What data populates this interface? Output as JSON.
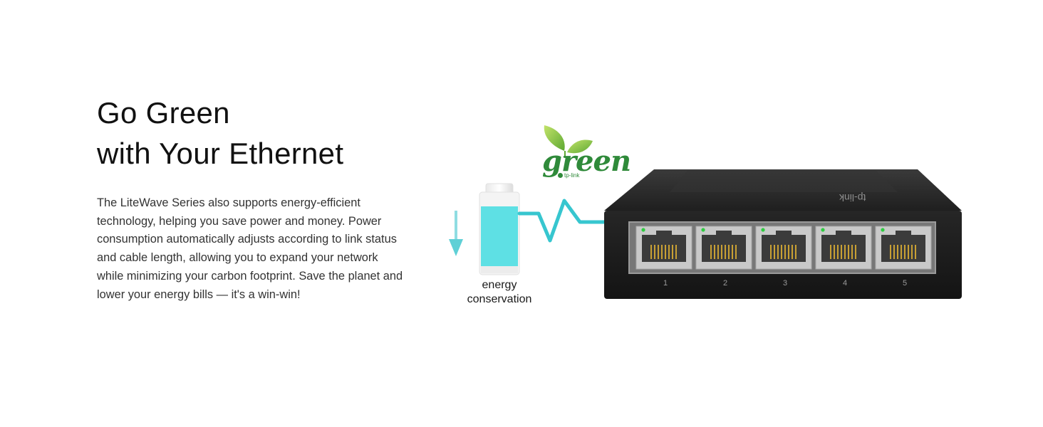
{
  "headline": {
    "line1": "Go Green",
    "line2": "with Your Ethernet"
  },
  "body": "The LiteWave Series also supports energy-efficient technology, helping you save power and money. Power consumption automatically adjusts according to link status and cable length, allowing you to expand your network while minimizing your carbon footprint. Save the planet and lower your energy bills — it's a win-win!",
  "energy_label": {
    "line1": "energy",
    "line2": "conservation"
  },
  "green_logo": {
    "word": "green",
    "brand": "tp-link"
  },
  "device": {
    "brand": "tp-link",
    "ports": [
      "1",
      "2",
      "3",
      "4",
      "5"
    ]
  },
  "colors": {
    "accent_teal": "#37c6cf",
    "battery_fill": "#5ee0e4",
    "logo_green": "#2f8a3a",
    "leaf_green": "#8cc63f",
    "device_body": "#2b2b2b",
    "led_green": "#2ecc40"
  },
  "icons": [
    "down-arrow-icon",
    "battery-icon",
    "leaf-icon",
    "ethernet-port-icon"
  ]
}
